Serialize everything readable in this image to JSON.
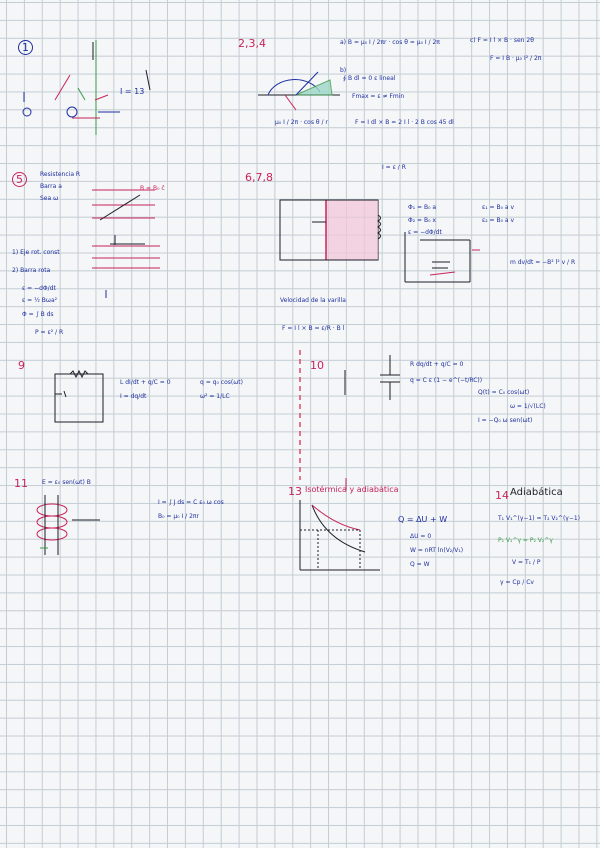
{
  "problems": {
    "p1": {
      "number": "1"
    },
    "p234": {
      "number": "2,3,4"
    },
    "p5": {
      "number": "5"
    },
    "p678": {
      "number": "6,7,8"
    },
    "p9": {
      "number": "9"
    },
    "p10": {
      "number": "10"
    },
    "p11": {
      "number": "11"
    },
    "p13": {
      "number": "13"
    },
    "p14": {
      "number": "14"
    }
  },
  "notes": {
    "p1_label": "I = 13",
    "p234_a": "a) B = μ₀ I / 2πr · cos θ = μ₀ I / 2π",
    "p234_b": "b)",
    "p234_c": "c) F = I l × B · sen 2θ",
    "p234_d": "F = I B · μ₀ I² / 2π",
    "p234_e": "∮ B dl = 0  ε lineal",
    "p234_f": "Fmax = ε ≠ Fmin",
    "p234_g": "F = I dl × B = 2 I l · 2 B cos 45 dl",
    "p234_h": "μ₀ I / 2π · cos θ / r",
    "p5_a": "Resistencia R",
    "p5_b": "Barra a",
    "p5_c": "Sea ω",
    "p5_d": "B = B₀ ĉ",
    "p5_e": "1) Eje rot. const",
    "p5_f": "2) Barra rota",
    "p5_g": "ε = −dΦ/dt",
    "p5_h": "ε = ½ Bωa²",
    "p5_i": "Φ = ∫ B ds",
    "p5_j": "P = ε² / R",
    "p678_a": "Φ₁ = B₀ a",
    "p678_b": "Φ₂ = B₀ x",
    "p678_c": "ε = −dΦ/dt",
    "p678_d": "ε₁ = B₀ a v",
    "p678_e": "ε₂ = B₀ a v",
    "p678_f": "Velocidad de la varilla",
    "p678_g": "F = I l × B = ε/R · B l",
    "p678_h": "m dv/dt = −B² l² v / R",
    "p678_i": "I = ε / R",
    "p9_a": "L dI/dt + q/C = 0",
    "p9_b": "I = dq/dt",
    "p9_c": "q = q₀ cos(ωt)",
    "p9_d": "ω² = 1/LC",
    "p10_a": "R dq/dt + q/C = 0",
    "p10_b": "q = C ε (1 − e^(−t/RC))",
    "p10_c": "Q(t) = C₀ cos(ωt)",
    "p10_d": "ω = 1/√(LC)",
    "p10_e": "I = −Q₀ ω sen(ωt)",
    "p11_a": "E = ε₀ sen(ωt) B",
    "p11_b": "I = ∫ J ds = C ε₀ ω cos",
    "p11_c": "B₀ = μ₀ I / 2πr",
    "p13_a": "Isotérmica y adiabática",
    "p13_b": "Q = ΔU + W",
    "p13_c": "ΔU = 0",
    "p13_d": "W = nRT ln(V₂/V₁)",
    "p13_e": "Q = W",
    "p14_a": "Adiabática",
    "p14_b": "T₁ V₁^(γ−1) = T₂ V₂^(γ−1)",
    "p14_c": "P₁ V₁^γ = P₂ V₂^γ",
    "p14_d": "V = T₁ / P",
    "p14_e": "γ = Cp / Cv"
  },
  "colors": {
    "blue_ink": "#1f2fa0",
    "red_ink": "#c8245a",
    "green_ink": "#3c9a4a",
    "black_ink": "#1e1e28",
    "grid": "#c3cdd4",
    "divider_red": "#e04a6a"
  }
}
